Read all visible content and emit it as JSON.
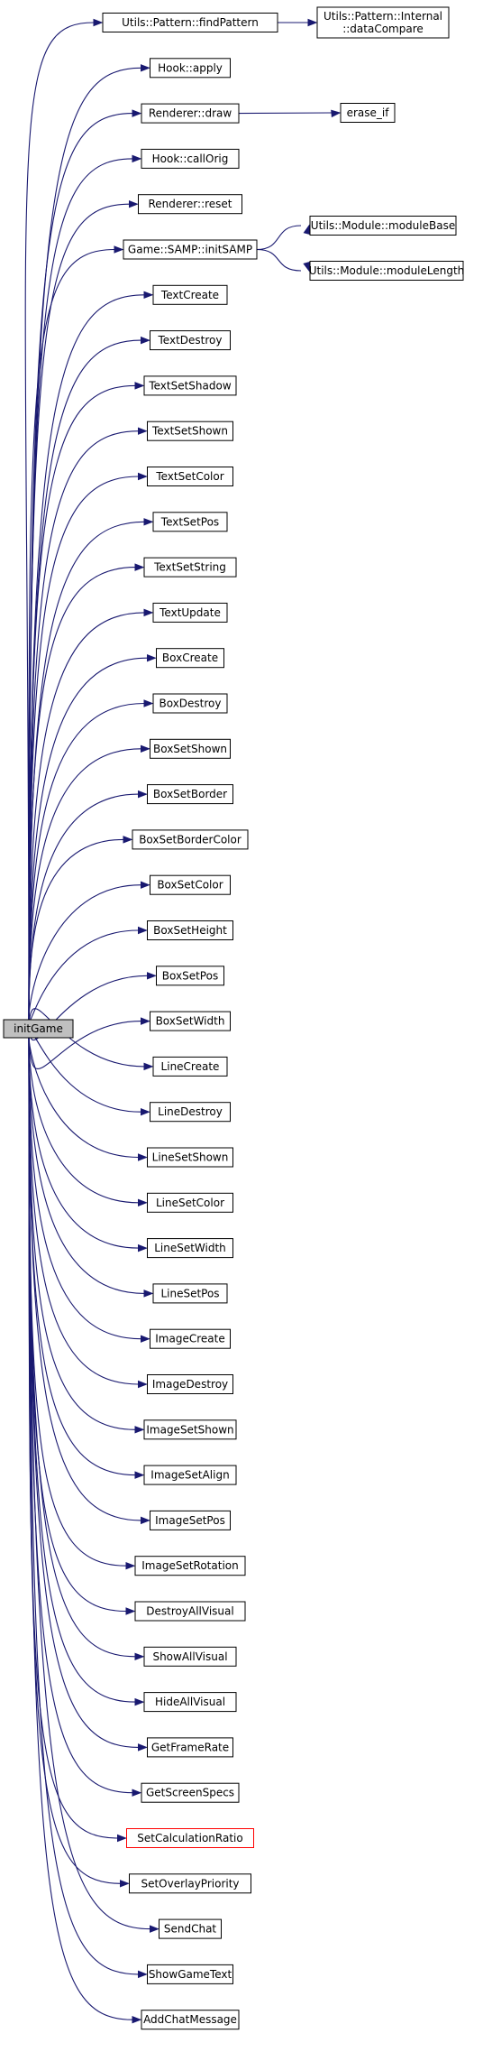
{
  "root": {
    "label": "initGame",
    "fill": "#bfbfbf"
  },
  "edge_color": "#191970",
  "highlight_color": "#ff0000",
  "callees": [
    {
      "id": "findpattern",
      "label": "Utils::Pattern::findPattern"
    },
    {
      "id": "hook-apply",
      "label": "Hook::apply"
    },
    {
      "id": "renderer-draw",
      "label": "Renderer::draw"
    },
    {
      "id": "hook-callorig",
      "label": "Hook::callOrig"
    },
    {
      "id": "renderer-reset",
      "label": "Renderer::reset"
    },
    {
      "id": "initsamp",
      "label": "Game::SAMP::initSAMP"
    },
    {
      "id": "textcreate",
      "label": "TextCreate"
    },
    {
      "id": "textdestroy",
      "label": "TextDestroy"
    },
    {
      "id": "textsetshadow",
      "label": "TextSetShadow"
    },
    {
      "id": "textsetshown",
      "label": "TextSetShown"
    },
    {
      "id": "textsetcolor",
      "label": "TextSetColor"
    },
    {
      "id": "textsetpos",
      "label": "TextSetPos"
    },
    {
      "id": "textsetstring",
      "label": "TextSetString"
    },
    {
      "id": "textupdate",
      "label": "TextUpdate"
    },
    {
      "id": "boxcreate",
      "label": "BoxCreate"
    },
    {
      "id": "boxdestroy",
      "label": "BoxDestroy"
    },
    {
      "id": "boxsetshown",
      "label": "BoxSetShown"
    },
    {
      "id": "boxsetborder",
      "label": "BoxSetBorder"
    },
    {
      "id": "boxsetbordercolor",
      "label": "BoxSetBorderColor"
    },
    {
      "id": "boxsetcolor",
      "label": "BoxSetColor"
    },
    {
      "id": "boxsetheight",
      "label": "BoxSetHeight"
    },
    {
      "id": "boxsetpos",
      "label": "BoxSetPos"
    },
    {
      "id": "boxsetwidth",
      "label": "BoxSetWidth"
    },
    {
      "id": "linecreate",
      "label": "LineCreate"
    },
    {
      "id": "linedestroy",
      "label": "LineDestroy"
    },
    {
      "id": "linesetshown",
      "label": "LineSetShown"
    },
    {
      "id": "linesetcolor",
      "label": "LineSetColor"
    },
    {
      "id": "linesetwidth",
      "label": "LineSetWidth"
    },
    {
      "id": "linesetpos",
      "label": "LineSetPos"
    },
    {
      "id": "imagecreate",
      "label": "ImageCreate"
    },
    {
      "id": "imagedestroy",
      "label": "ImageDestroy"
    },
    {
      "id": "imagesetshown",
      "label": "ImageSetShown"
    },
    {
      "id": "imagesetalign",
      "label": "ImageSetAlign"
    },
    {
      "id": "imagesetpos",
      "label": "ImageSetPos"
    },
    {
      "id": "imagesetrotation",
      "label": "ImageSetRotation"
    },
    {
      "id": "destroyallvisual",
      "label": "DestroyAllVisual"
    },
    {
      "id": "showallvisual",
      "label": "ShowAllVisual"
    },
    {
      "id": "hideallvisual",
      "label": "HideAllVisual"
    },
    {
      "id": "getframerate",
      "label": "GetFrameRate"
    },
    {
      "id": "getscreenspecs",
      "label": "GetScreenSpecs"
    },
    {
      "id": "setcalculationratio",
      "label": "SetCalculationRatio",
      "highlight": true
    },
    {
      "id": "setoverlaypriority",
      "label": "SetOverlayPriority"
    },
    {
      "id": "sendchat",
      "label": "SendChat"
    },
    {
      "id": "showgametext",
      "label": "ShowGameText"
    },
    {
      "id": "addchatmessage",
      "label": "AddChatMessage"
    }
  ],
  "secondary": [
    {
      "id": "datacompare",
      "lines": [
        "Utils::Pattern::Internal",
        "::dataCompare"
      ],
      "from": "findpattern"
    },
    {
      "id": "erase-if",
      "lines": [
        "erase_if"
      ],
      "from": "renderer-draw"
    },
    {
      "id": "modulebase",
      "lines": [
        "Utils::Module::moduleBase"
      ],
      "from": "initsamp"
    },
    {
      "id": "modulelength",
      "lines": [
        "Utils::Module::moduleLength"
      ],
      "from": "initsamp"
    }
  ]
}
